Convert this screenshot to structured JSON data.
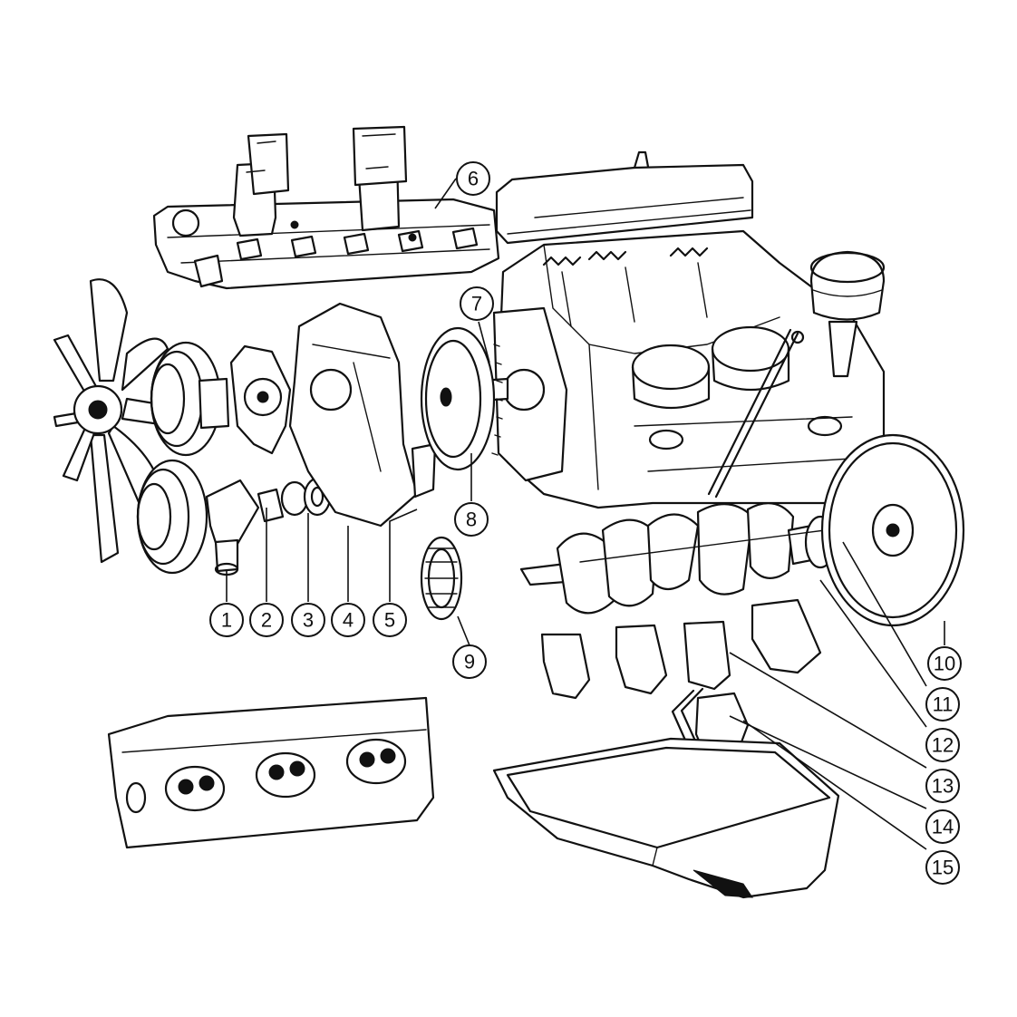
{
  "callouts": [
    {
      "id": "1",
      "label": "1"
    },
    {
      "id": "2",
      "label": "2"
    },
    {
      "id": "3",
      "label": "3"
    },
    {
      "id": "4",
      "label": "4"
    },
    {
      "id": "5",
      "label": "5"
    },
    {
      "id": "6",
      "label": "6"
    },
    {
      "id": "7",
      "label": "7"
    },
    {
      "id": "8",
      "label": "8"
    },
    {
      "id": "9",
      "label": "9"
    },
    {
      "id": "10",
      "label": "10"
    },
    {
      "id": "11",
      "label": "11"
    },
    {
      "id": "12",
      "label": "12"
    },
    {
      "id": "13",
      "label": "13"
    },
    {
      "id": "14",
      "label": "14"
    },
    {
      "id": "15",
      "label": "15"
    }
  ],
  "colors": {
    "ink": "#111111",
    "paper": "#ffffff"
  }
}
